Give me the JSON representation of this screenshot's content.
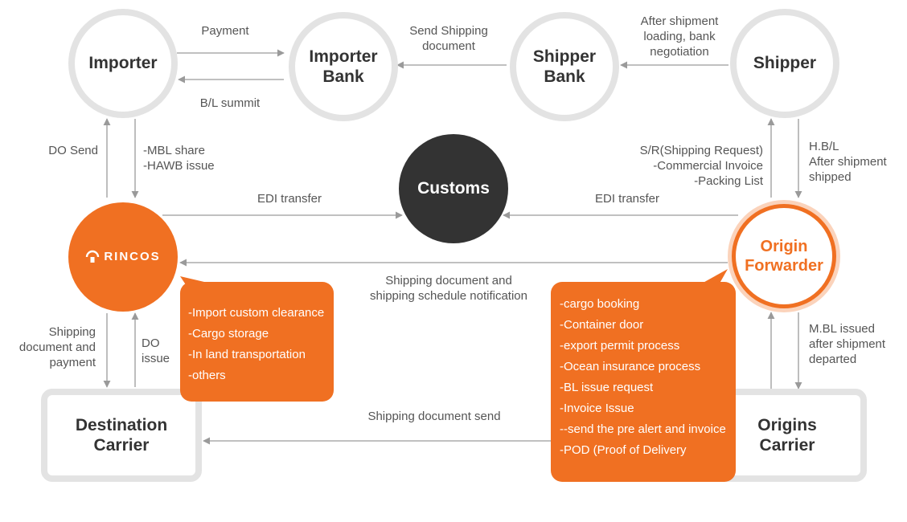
{
  "nodes": {
    "importer": "Importer",
    "importer_bank": "Importer\nBank",
    "shipper_bank": "Shipper\nBank",
    "shipper": "Shipper",
    "customs": "Customs",
    "rincos_logo": "RINCOS",
    "origin_forwarder": "Origin\nForwarder",
    "destination_carrier": "Destination\nCarrier",
    "origins_carrier": "Origins\nCarrier"
  },
  "edges": {
    "payment": "Payment",
    "bl_summit": "B/L summit",
    "send_shipping_document": "Send Shipping\ndocument",
    "after_shipment_loading": "After shipment\nloading, bank\nnegotiation",
    "do_send": "DO Send",
    "mbl_share": "-MBL share\n-HAWB issue",
    "edi_transfer_left": "EDI transfer",
    "edi_transfer_right": "EDI transfer",
    "sr_shipping_request": "S/R(Shipping Request)\n-Commercial Invoice\n-Packing List",
    "hbl_after_shipment": "H.B/L\nAfter shipment\nshipped",
    "shipping_doc_schedule": "Shipping document and\nshipping schedule notification",
    "shipping_doc_payment": "Shipping\ndocument and\npayment",
    "do_issue": "DO\nissue",
    "mbl_issued": "M.BL issued\nafter shipment\ndeparted",
    "shipping_document_send": "Shipping document send"
  },
  "rincos_services": [
    "-Import custom clearance",
    "-Cargo storage",
    "-In land transportation",
    "-others"
  ],
  "forwarder_services": [
    "-cargo booking",
    "-Container door",
    "-export permit process",
    "-Ocean insurance process",
    "-BL issue request",
    "-Invoice Issue",
    "--send the pre alert and invoice",
    "-POD (Proof of Delivery"
  ],
  "colors": {
    "accent": "#f07022",
    "dark": "#333333",
    "ring_grey": "#e3e3e3",
    "line_grey": "#9a9a9a"
  }
}
